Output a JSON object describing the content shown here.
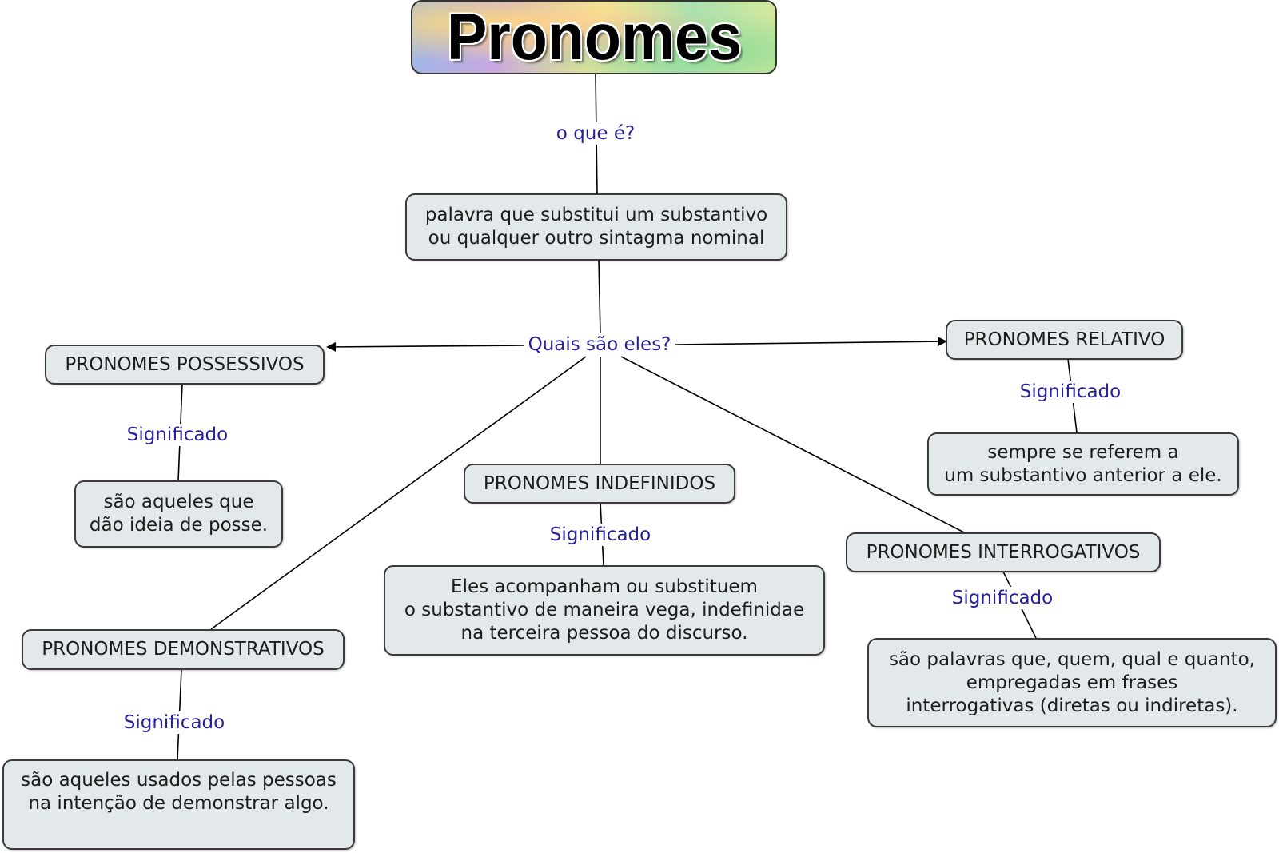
{
  "title": "Pronomes",
  "center": {
    "link_label": "o que é?",
    "definition": "palavra que substitui um substantivo\nou qualquer outro sintagma nominal",
    "branch_label": "Quais são eles?"
  },
  "significado_label": "Significado",
  "types": {
    "possessivos": {
      "name": "PRONOMES POSSESSIVOS",
      "meaning": "são aqueles que\ndão ideia de posse."
    },
    "relativo": {
      "name": "PRONOMES RELATIVO",
      "meaning": "sempre se referem a\num substantivo anterior a ele."
    },
    "indefinidos": {
      "name": "PRONOMES INDEFINIDOS",
      "meaning": "Eles acompanham ou substituem\no substantivo de maneira vega, indefinidae\nna terceira pessoa do discurso."
    },
    "interrogativos": {
      "name": "PRONOMES INTERROGATIVOS",
      "meaning": "são palavras que, quem, qual e quanto,\nempregadas em frases\ninterrogativas (diretas ou indiretas)."
    },
    "demonstrativos": {
      "name": "PRONOMES DEMONSTRATIVOS",
      "meaning": "são aqueles usados pelas pessoas\nna intenção de demonstrar algo."
    }
  }
}
